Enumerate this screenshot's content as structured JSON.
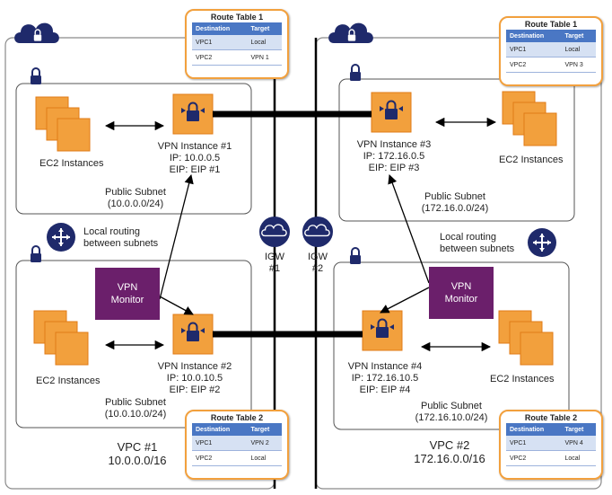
{
  "colors": {
    "aws_orange": "#f2a03d",
    "aws_orange_dark": "#e07b17",
    "vpn_monitor_purple": "#6b1f6b",
    "navy_icon": "#1f2a6b",
    "route_table_header": "#4a77c4",
    "route_table_row": "#d6e1f3",
    "border_gray": "#8a8a8a",
    "connection": "#000000"
  },
  "icons": {
    "vpc": "cloud-lock-icon",
    "subnet": "lock-icon",
    "ec2": "ec2-instances-icon",
    "vpn_instance": "vpn-instance-icon",
    "igw": "internet-gateway-icon",
    "router": "router-icon"
  },
  "vpc1": {
    "name": "VPC #1",
    "cidr": "10.0.0.0/16",
    "local_routing": [
      "Local routing",
      "between subnets"
    ],
    "subnet_top": {
      "ec2_label": "EC2 Instances",
      "vpn": [
        "VPN Instance #1",
        "IP: 10.0.0.5",
        "EIP: EIP #1"
      ],
      "subnet": [
        "Public Subnet",
        "(10.0.0.0/24)"
      ]
    },
    "subnet_bottom": {
      "ec2_label": "EC2 Instances",
      "vpn": [
        "VPN Instance #2",
        "IP: 10.0.10.5",
        "EIP: EIP #2"
      ],
      "subnet": [
        "Public Subnet",
        "(10.0.10.0/24)"
      ]
    },
    "monitor": [
      "VPN",
      "Monitor"
    ],
    "route_table_top": {
      "title": "Route Table 1",
      "headers": [
        "Destination",
        "Target"
      ],
      "rows": [
        [
          "VPC1",
          "Local"
        ],
        [
          "VPC2",
          "VPN 1"
        ]
      ]
    },
    "route_table_bottom": {
      "title": "Route Table 2",
      "headers": [
        "Destination",
        "Target"
      ],
      "rows": [
        [
          "VPC1",
          "VPN 2"
        ],
        [
          "VPC2",
          "Local"
        ]
      ]
    }
  },
  "vpc2": {
    "name": "VPC #2",
    "cidr": "172.16.0.0/16",
    "local_routing": [
      "Local routing",
      "between subnets"
    ],
    "subnet_top": {
      "ec2_label": "EC2 Instances",
      "vpn": [
        "VPN Instance #3",
        "IP: 172.16.0.5",
        "EIP: EIP #3"
      ],
      "subnet": [
        "Public Subnet",
        "(172.16.0.0/24)"
      ]
    },
    "subnet_bottom": {
      "ec2_label": "EC2 Instances",
      "vpn": [
        "VPN Instance #4",
        "IP: 172.16.10.5",
        "EIP: EIP #4"
      ],
      "subnet": [
        "Public Subnet",
        "(172.16.10.0/24)"
      ]
    },
    "monitor": [
      "VPN",
      "Monitor"
    ],
    "route_table_top": {
      "title": "Route Table 1",
      "headers": [
        "Destination",
        "Target"
      ],
      "rows": [
        [
          "VPC1",
          "Local"
        ],
        [
          "VPC2",
          "VPN 3"
        ]
      ]
    },
    "route_table_bottom": {
      "title": "Route Table 2",
      "headers": [
        "Destination",
        "Target"
      ],
      "rows": [
        [
          "VPC1",
          "VPN 4"
        ],
        [
          "VPC2",
          "Local"
        ]
      ]
    }
  },
  "igw1": [
    "IGW",
    "#1"
  ],
  "igw2": [
    "IGW",
    "#2"
  ]
}
